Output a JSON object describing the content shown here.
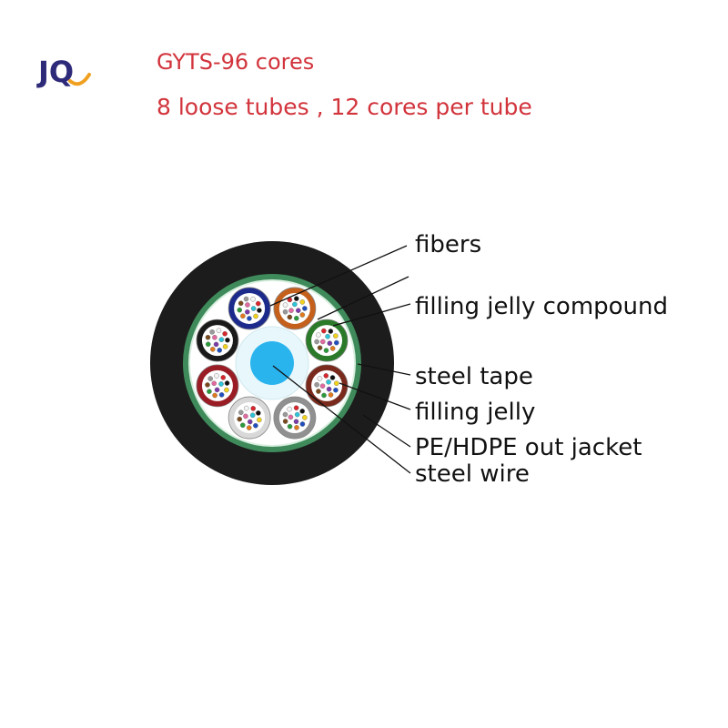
{
  "header": {
    "title": "GYTS-96 cores",
    "subtitle": "8 loose tubes , 12 cores per tube"
  },
  "logo": {
    "text": "JQ",
    "colors": {
      "primary": "#2e2a7a",
      "accent": "#f0a020"
    }
  },
  "labels": [
    {
      "key": "fibers",
      "text": "fibers"
    },
    {
      "key": "filling-jelly-compound",
      "text": "filling jelly compound"
    },
    {
      "key": "steel-tape",
      "text": "steel tape"
    },
    {
      "key": "filling-jelly",
      "text": "filling jelly"
    },
    {
      "key": "pe-hdpe-out-jacket",
      "text": "PE/HDPE out jacket"
    },
    {
      "key": "steel-wire",
      "text": "steel wire"
    }
  ],
  "colors": {
    "jacket": "#1c1c1c",
    "steel_tape": "#3f8a5a",
    "core_fill": "#e8f7fb",
    "strength_member": "#2ab4ee",
    "tubes": [
      "#c5601c",
      "#2a7a2a",
      "#7a2a1c",
      "#909090",
      "#d8d8d8",
      "#9a1c24",
      "#1a1a1a",
      "#1c2a8c"
    ],
    "fibers": [
      "#1f4fbf",
      "#e07a1c",
      "#2a9a3a",
      "#7a4a1c",
      "#9a9a9a",
      "#f5f5f5",
      "#d8262c",
      "#111111",
      "#f2d21c",
      "#7a3aa8",
      "#e26aa0",
      "#2ec4d8"
    ]
  }
}
